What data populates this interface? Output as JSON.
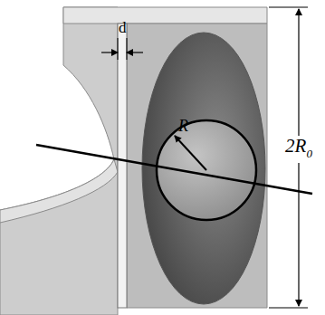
{
  "diagram": {
    "labels": [
      "d",
      "R",
      "2R",
      "0"
    ]
  }
}
